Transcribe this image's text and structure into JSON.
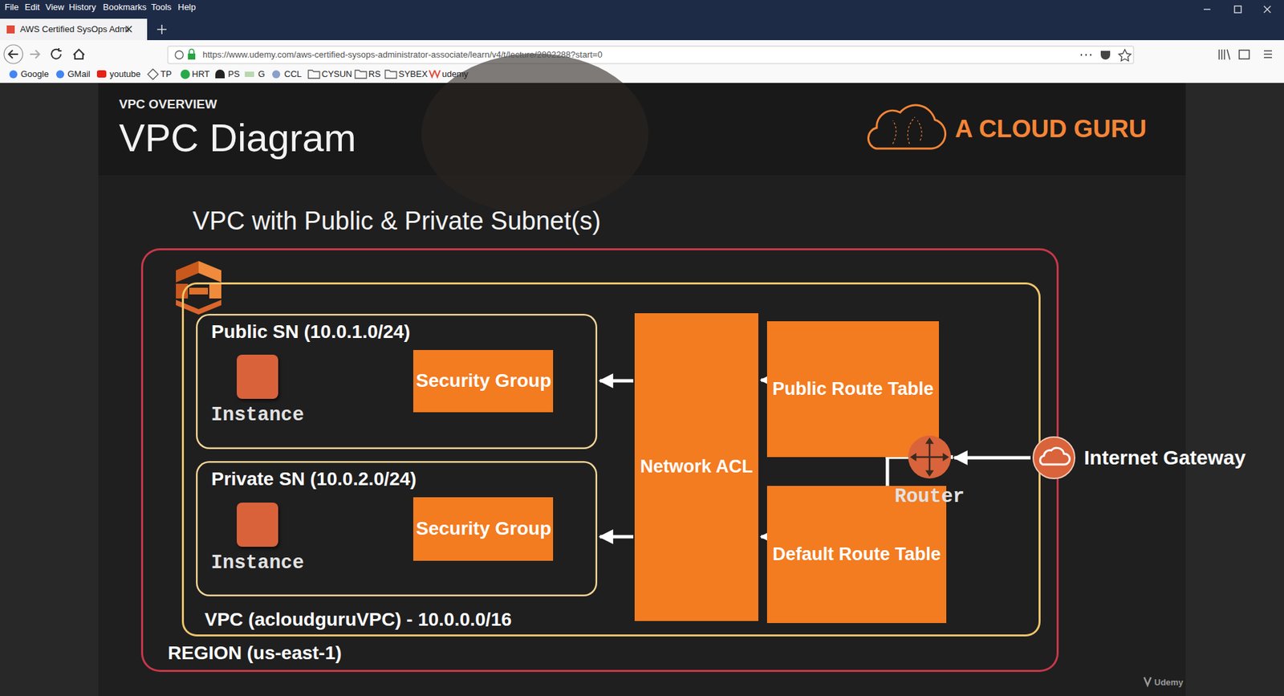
{
  "diagram": {
    "title": "VPC Diagram",
    "nodes": [
      {
        "text": [
          "REGION (us-east-1)"
        ]
      },
      {
        "text": [
          "VPC (acloudguruVPC) - 10.0.0.0/16"
        ],
        "in": 0
      },
      {
        "text": [
          "Public SN (10.0.1.0/24)"
        ],
        "in": 1
      },
      {
        "text": [
          "Instance"
        ],
        "in": 2
      },
      {
        "text": [
          "Security Group"
        ],
        "in": 2
      },
      {
        "text": [
          "Private SN (10.0.2.0/24)"
        ],
        "in": 1
      },
      {
        "text": [
          "Instance"
        ],
        "in": 5
      },
      {
        "text": [
          "Security Group"
        ],
        "in": 5
      },
      {
        "text": [
          "Network ACL"
        ],
        "in": 1
      },
      {
        "text": [
          "Public Route Table"
        ],
        "in": 1
      },
      {
        "text": [
          "Default Route Table"
        ],
        "in": 1
      },
      {
        "text": [
          "Router"
        ],
        "in": 1
      },
      {
        "text": [
          "Internet Gateway"
        ],
        "in": 0
      }
    ],
    "edges": [
      {
        "from": 12,
        "to": 11,
        "arrow": "to"
      },
      {
        "from": 11,
        "to": 9,
        "arrow": "to"
      },
      {
        "from": 11,
        "to": 10,
        "arrow": "to"
      },
      {
        "from": 9,
        "to": 8,
        "arrow": "to"
      },
      {
        "from": 10,
        "to": 8,
        "arrow": "to"
      },
      {
        "from": 8,
        "to": 2,
        "arrow": "to"
      },
      {
        "from": 8,
        "to": 5,
        "arrow": "to"
      }
    ],
    "labels": [
      "File",
      "Edit",
      "View",
      "History",
      "Bookmarks",
      "Tools",
      "Help",
      "AWS Certified SysOps Admi",
      "https://www.udemy.com/aws-certified-sysops-administrator-associate/learn/v4/t/lecture/2802288?start=0",
      "Google",
      "GMail",
      "youtube",
      "TP",
      "HRT",
      "PS",
      "G",
      "CCL",
      "CYSUN",
      "RS",
      "SYBEX",
      "udemy",
      "VPC OVERVIEW",
      "A CLOUD GURU",
      "VPC with Public & Private Subnet(s)",
      "Udemy"
    ]
  }
}
